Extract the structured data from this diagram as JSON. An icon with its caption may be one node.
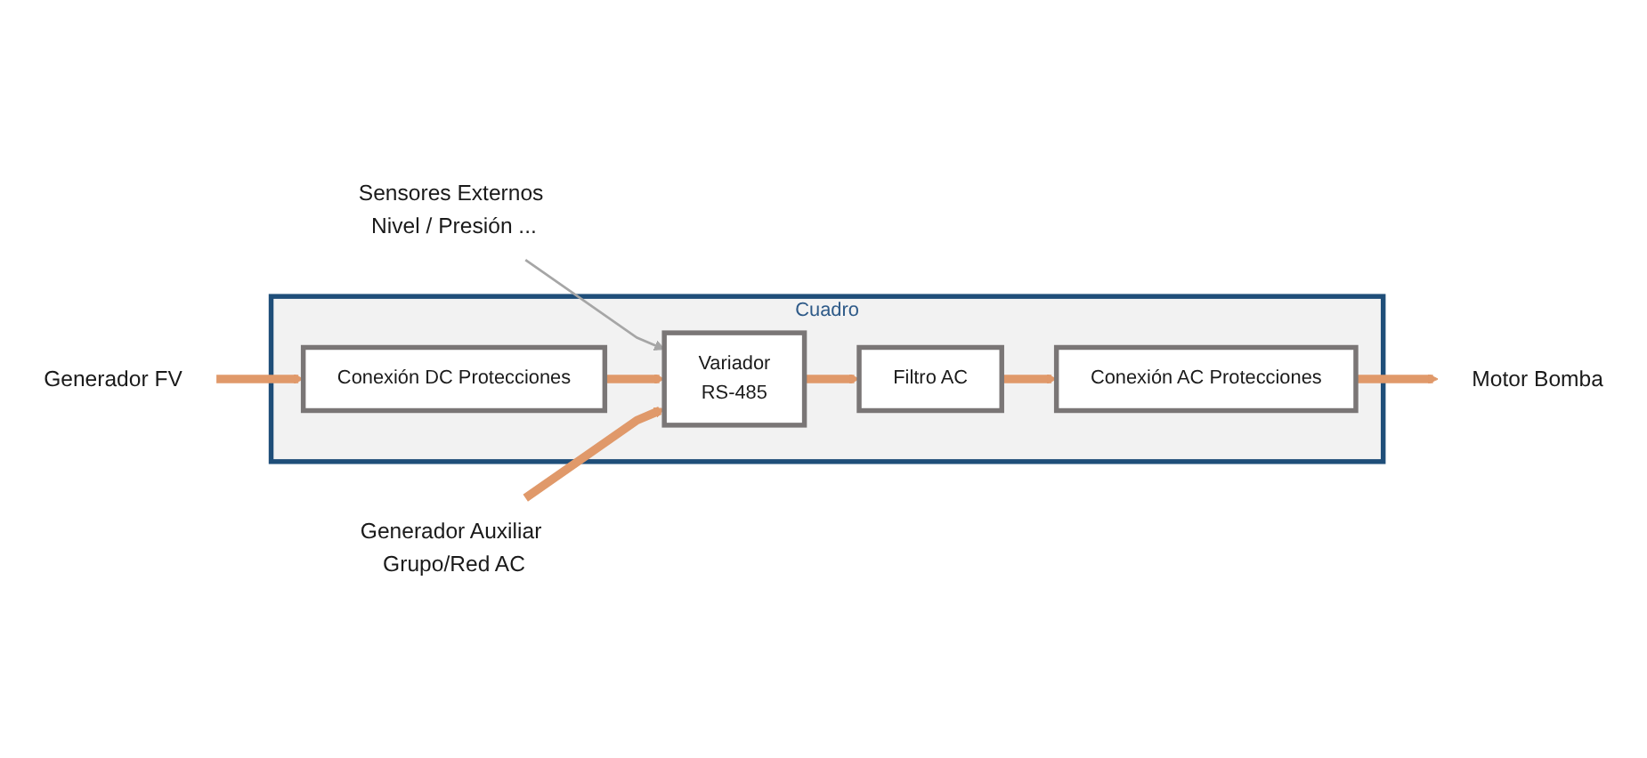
{
  "diagram": {
    "nodes": [
      {
        "text": [
          "Cuadro"
        ]
      },
      {
        "text": [
          "Generador FV"
        ]
      },
      {
        "text": [
          "Sensores Externos Nivel / Presión ..."
        ]
      },
      {
        "text": [
          "Conexión DC Protecciones"
        ],
        "in": 0
      },
      {
        "text": [
          "Variador",
          "RS-485"
        ],
        "in": 0
      },
      {
        "text": [
          "Filtro AC"
        ],
        "in": 0
      },
      {
        "text": [
          "Conexión AC Protecciones"
        ],
        "in": 0
      },
      {
        "text": [
          "Generador Auxiliar Grupo/Red AC"
        ]
      },
      {
        "text": [
          "Motor Bomba"
        ]
      }
    ],
    "edges": [
      {
        "from": 1,
        "to": 3,
        "arrow": "to"
      },
      {
        "from": 2,
        "to": 4,
        "arrow": "to",
        "color": "#a6a6a6"
      },
      {
        "from": 3,
        "to": 4,
        "arrow": "to"
      },
      {
        "from": 4,
        "to": 5,
        "arrow": "to"
      },
      {
        "from": 5,
        "to": 6,
        "arrow": "to"
      },
      {
        "from": 7,
        "to": 4,
        "arrow": "to"
      },
      {
        "from": 6,
        "to": 8,
        "arrow": "to"
      }
    ]
  }
}
